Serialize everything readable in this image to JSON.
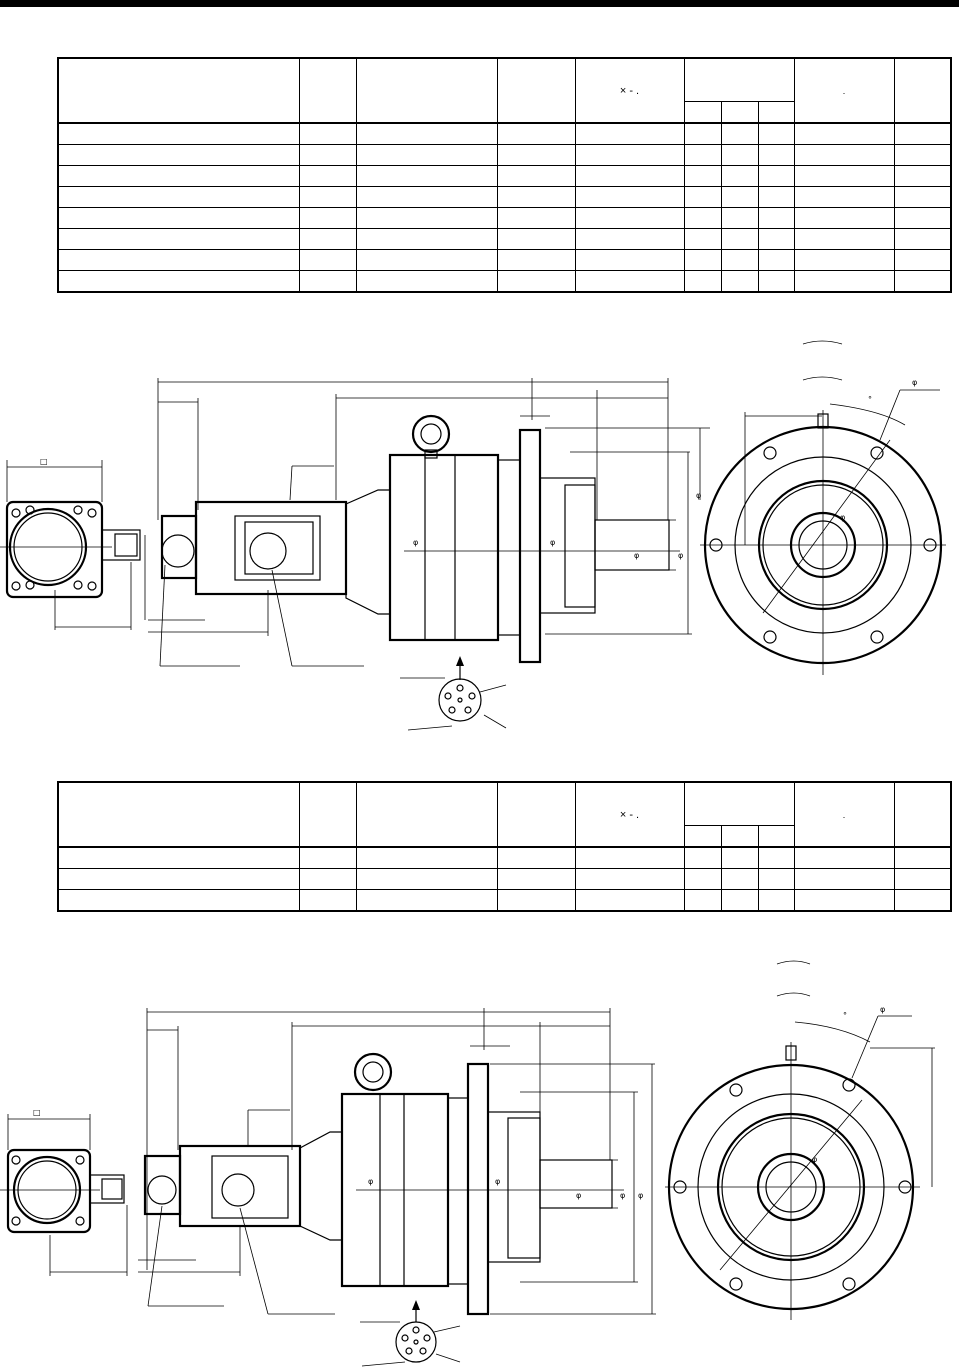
{
  "page": {
    "title": ""
  },
  "table_1": {
    "header": {
      "multiply_mark": "× - .",
      "dot_mark": "."
    },
    "rows": 8
  },
  "table_2": {
    "header": {
      "multiply_mark": "× - .",
      "dot_mark": "."
    },
    "rows": 3
  },
  "drawing_symbols": {
    "square": "□",
    "phi": "φ",
    "degree": "°"
  }
}
